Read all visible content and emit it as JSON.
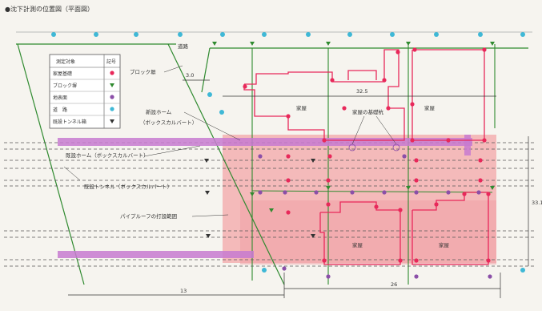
{
  "title": "●沈下計測の位置図（平面図）",
  "legend": {
    "header_target": "測定対象",
    "header_symbol": "記号",
    "items": [
      {
        "label": "家屋基礎",
        "color": "#e8285a",
        "symbol": "dot"
      },
      {
        "label": "ブロック塀",
        "color": "#2f8a2f",
        "symbol": "tri-down"
      },
      {
        "label": "地表面",
        "color": "#8b4fa8",
        "symbol": "dot"
      },
      {
        "label": "道　路",
        "color": "#3fb8d6",
        "symbol": "dot"
      },
      {
        "label": "既設トンネル箱",
        "color": "#333333",
        "symbol": "tri-down"
      }
    ]
  },
  "labels": {
    "road": "道路",
    "block_wall": "ブロック塀",
    "new_home": "新設ホーム",
    "new_home_sub": "（ボックスカルバート）",
    "existing_home": "既設ホーム（ボックスカルバート）",
    "existing_tunnel": "既設トンネル（ボックスカルバート）",
    "pipe_roof": "パイプルーフの打設範囲",
    "house": "家屋",
    "house_base": "家屋の基礎杭"
  },
  "dimensions": {
    "d_left": "3.0",
    "d_top": "32.5",
    "d_right": "33.1",
    "d_bottom_left": "13",
    "d_bottom_right": "26"
  },
  "colors": {
    "pink_zone": "#f3a7a8",
    "house_outline": "#e8285a",
    "wall_green": "#2f8a2f",
    "ground_purple": "#8b4fa8",
    "road_cyan": "#3fb8d6",
    "platform_purple": "#c77ad0"
  }
}
